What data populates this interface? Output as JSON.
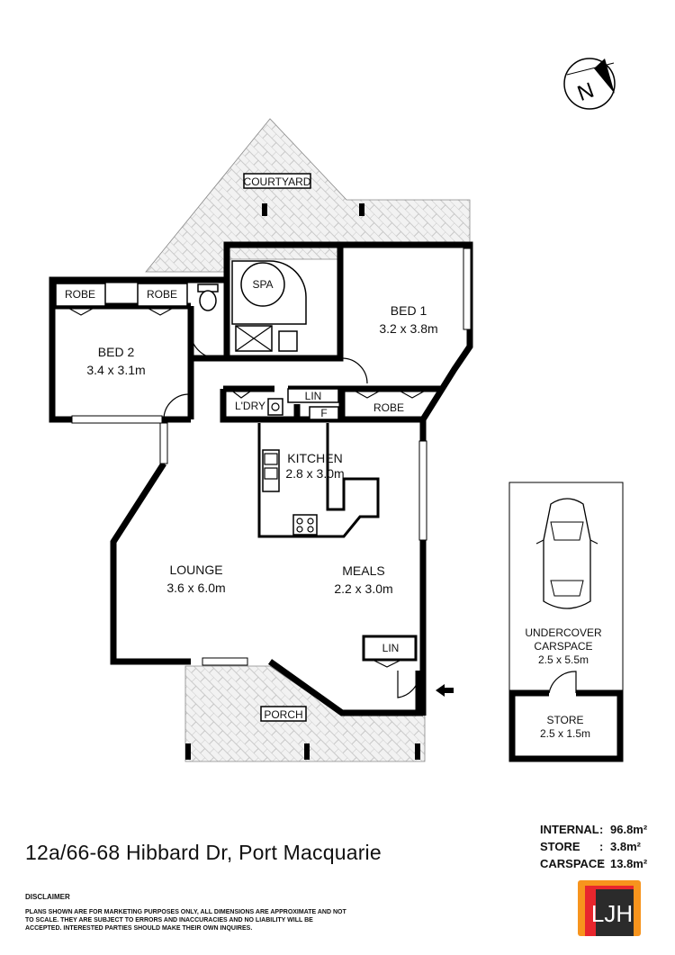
{
  "rooms": {
    "courtyard": "COURTYARD",
    "robe_left": "ROBE",
    "robe_right": "ROBE",
    "spa": "SPA",
    "bed1_name": "BED 1",
    "bed1_size": "3.2 x 3.8m",
    "bed2_name": "BED 2",
    "bed2_size": "3.4 x 3.1m",
    "laundry": "L'DRY",
    "linen_top": "LIN",
    "fridge": "F",
    "robe_bed1": "ROBE",
    "kitchen_name": "KITCHEN",
    "kitchen_size": "2.8 x 3.0m",
    "lounge_name": "LOUNGE",
    "lounge_size": "3.6 x 6.0m",
    "meals_name": "MEALS",
    "meals_size": "2.2 x 3.0m",
    "linen_entry": "LIN",
    "porch": "PORCH",
    "carspace_line1": "UNDERCOVER",
    "carspace_line2": "CARSPACE",
    "carspace_size": "2.5 x 5.5m",
    "store_name": "STORE",
    "store_size": "2.5 x 1.5m",
    "north": "N"
  },
  "address": "12a/66-68 Hibbard Dr, Port Macquarie",
  "areas": [
    {
      "label": "INTERNAL",
      "value": "96.8m²"
    },
    {
      "label": "STORE",
      "value": "3.8m²"
    },
    {
      "label": "CARSPACE",
      "value": "13.8m²"
    }
  ],
  "disclaimer": {
    "title": "DISCLAIMER",
    "text": "PLANS SHOWN ARE FOR MARKETING PURPOSES ONLY, ALL DIMENSIONS ARE APPROXIMATE AND NOT TO SCALE. THEY ARE SUBJECT TO ERRORS AND INACCURACIES AND NO LIABILITY WILL BE ACCEPTED. INTERESTED PARTIES SHOULD MAKE THEIR OWN INQUIRES."
  },
  "logo": {
    "text": "LJH",
    "colors": {
      "red": "#e8262d",
      "orange": "#f7941d",
      "dark": "#2b2b2b"
    }
  }
}
